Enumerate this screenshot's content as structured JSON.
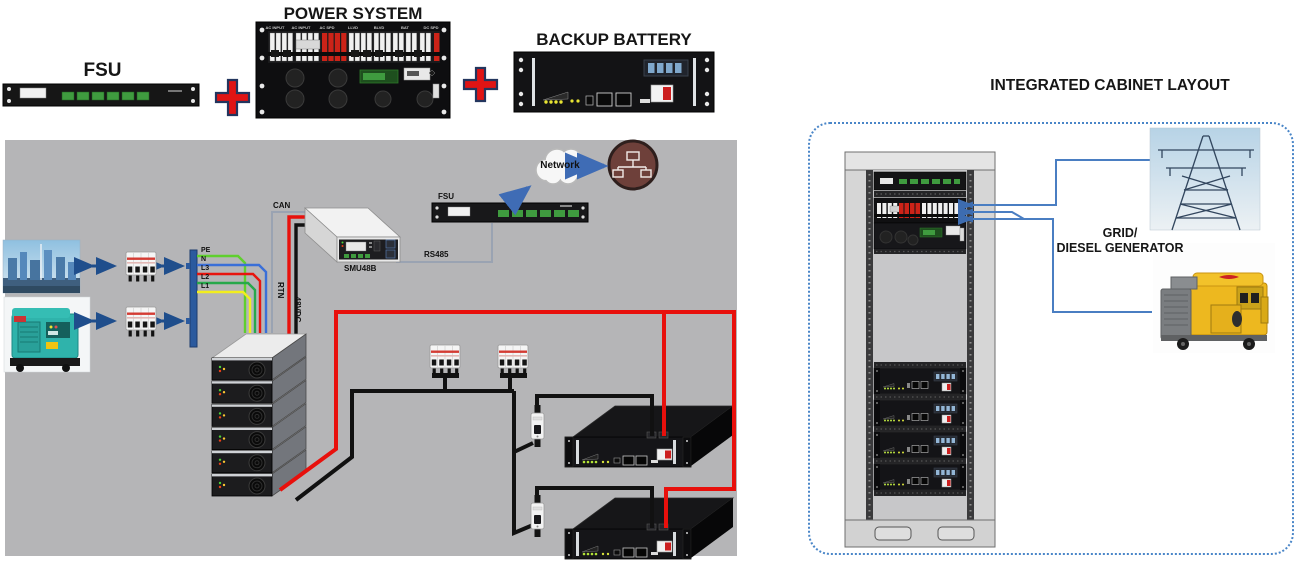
{
  "top_row": {
    "fsu": {
      "title": "FSU"
    },
    "plus": "+",
    "power_system": {
      "title": "POWER SYSTEM",
      "sections": [
        "AC INPUT",
        "AC INPUT",
        "AC SPD",
        "LLVD",
        "BLVD",
        "BAT",
        "DC SPD"
      ]
    },
    "backup_battery": {
      "title": "BACKUP BATTERY"
    }
  },
  "diagram": {
    "network": "Network",
    "fsu": "FSU",
    "smu": "SMU48B",
    "can": "CAN",
    "rs485": "RS485",
    "rtn": "RTN",
    "dc": "-48VDC",
    "phases": [
      "PE",
      "N",
      "L3",
      "L2",
      "L1"
    ],
    "phase_colors": [
      "#5fcf2e",
      "#3a6fd8",
      "#e8140e",
      "#27a84b",
      "#f2ee1e"
    ]
  },
  "cabinet": {
    "title": "INTEGRATED CABINET LAYOUT",
    "source_line1": "GRID/",
    "source_line2": "DIESEL GENERATOR"
  },
  "colors": {
    "panel_bg": "#b5b5b7",
    "wire_negative_red": "#e8100c",
    "wire_positive_black": "#111111",
    "busbar_blue": "#2b5a9e",
    "connector_blue": "#4a7ec2",
    "arrow_blue": "#3f6cb5",
    "dashed_border": "#4a86c8"
  }
}
